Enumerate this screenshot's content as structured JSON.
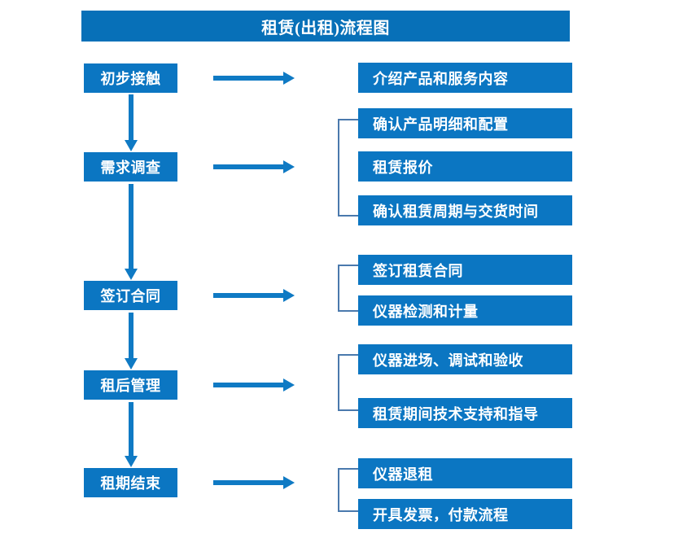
{
  "title": "租赁(出租)流程图",
  "colors": {
    "box_fill": "#0b76c2",
    "title_fill": "#0770b8",
    "arrow": "#0f7ac4",
    "bracket": "#4a79ad",
    "text": "#ffffff",
    "background": "#ffffff"
  },
  "stages": [
    {
      "label": "初步接触"
    },
    {
      "label": "需求调查"
    },
    {
      "label": "签订合同"
    },
    {
      "label": "租后管理"
    },
    {
      "label": "租期结束"
    }
  ],
  "details": [
    {
      "label": "介绍产品和服务内容"
    },
    {
      "label": "确认产品明细和配置"
    },
    {
      "label": "租赁报价"
    },
    {
      "label": "确认租赁周期与交货时间"
    },
    {
      "label": "签订租赁合同"
    },
    {
      "label": "仪器检测和计量"
    },
    {
      "label": "仪器进场、调试和验收"
    },
    {
      "label": "租赁期间技术支持和指导"
    },
    {
      "label": "仪器退租"
    },
    {
      "label": "开具发票，付款流程"
    }
  ],
  "flow": {
    "stage_to_detail_arrows": 5,
    "stage_to_stage_arrows": 4,
    "group_brackets": 4
  }
}
